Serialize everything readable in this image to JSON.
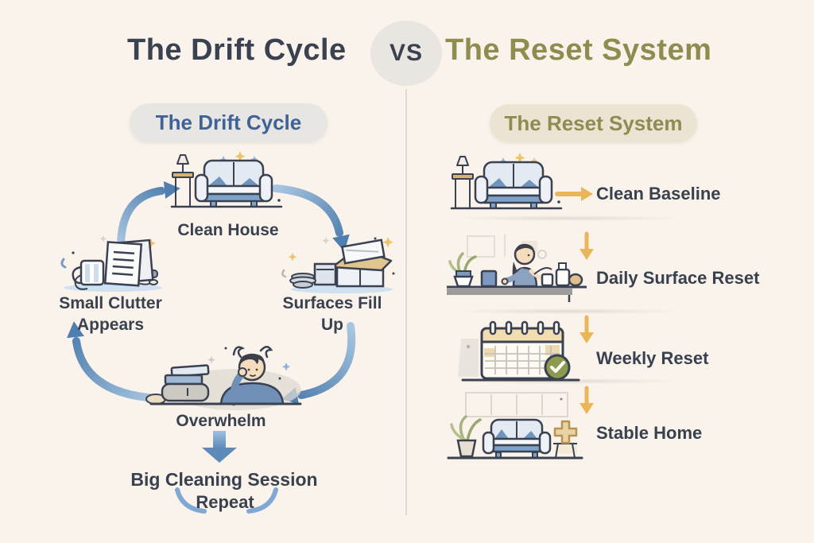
{
  "title": {
    "left": "The Drift Cycle",
    "vs": "VS",
    "right": "The Reset System"
  },
  "drift": {
    "header": "The Drift Cycle",
    "nodes": [
      {
        "id": "clean-house",
        "label": "Clean House"
      },
      {
        "id": "surfaces-fill-up",
        "label": "Surfaces Fill Up"
      },
      {
        "id": "overwhelm",
        "label": "Overwhelm"
      },
      {
        "id": "small-clutter-appears",
        "label": "Small Clutter Appears"
      }
    ],
    "outcome_label": "Big Cleaning Session",
    "repeat_label": "Repeat"
  },
  "reset": {
    "header": "The Reset System",
    "steps": [
      {
        "icon": "sofa-illustration",
        "label": "Clean Baseline"
      },
      {
        "icon": "counter-wipe-illustration",
        "label": "Daily Surface Reset"
      },
      {
        "icon": "calendar-check-illustration",
        "label": "Weekly Reset"
      },
      {
        "icon": "sofa-plus-illustration",
        "label": "Stable Home"
      }
    ]
  },
  "colors": {
    "background": "#f9f3ec",
    "ink": "#3a4150",
    "drift_accent": "#3f6397",
    "reset_accent": "#8f8c51",
    "arrow_blue": "#5d8ab8",
    "arrow_gold": "#e9b75a",
    "check_green": "#8b9b50"
  }
}
